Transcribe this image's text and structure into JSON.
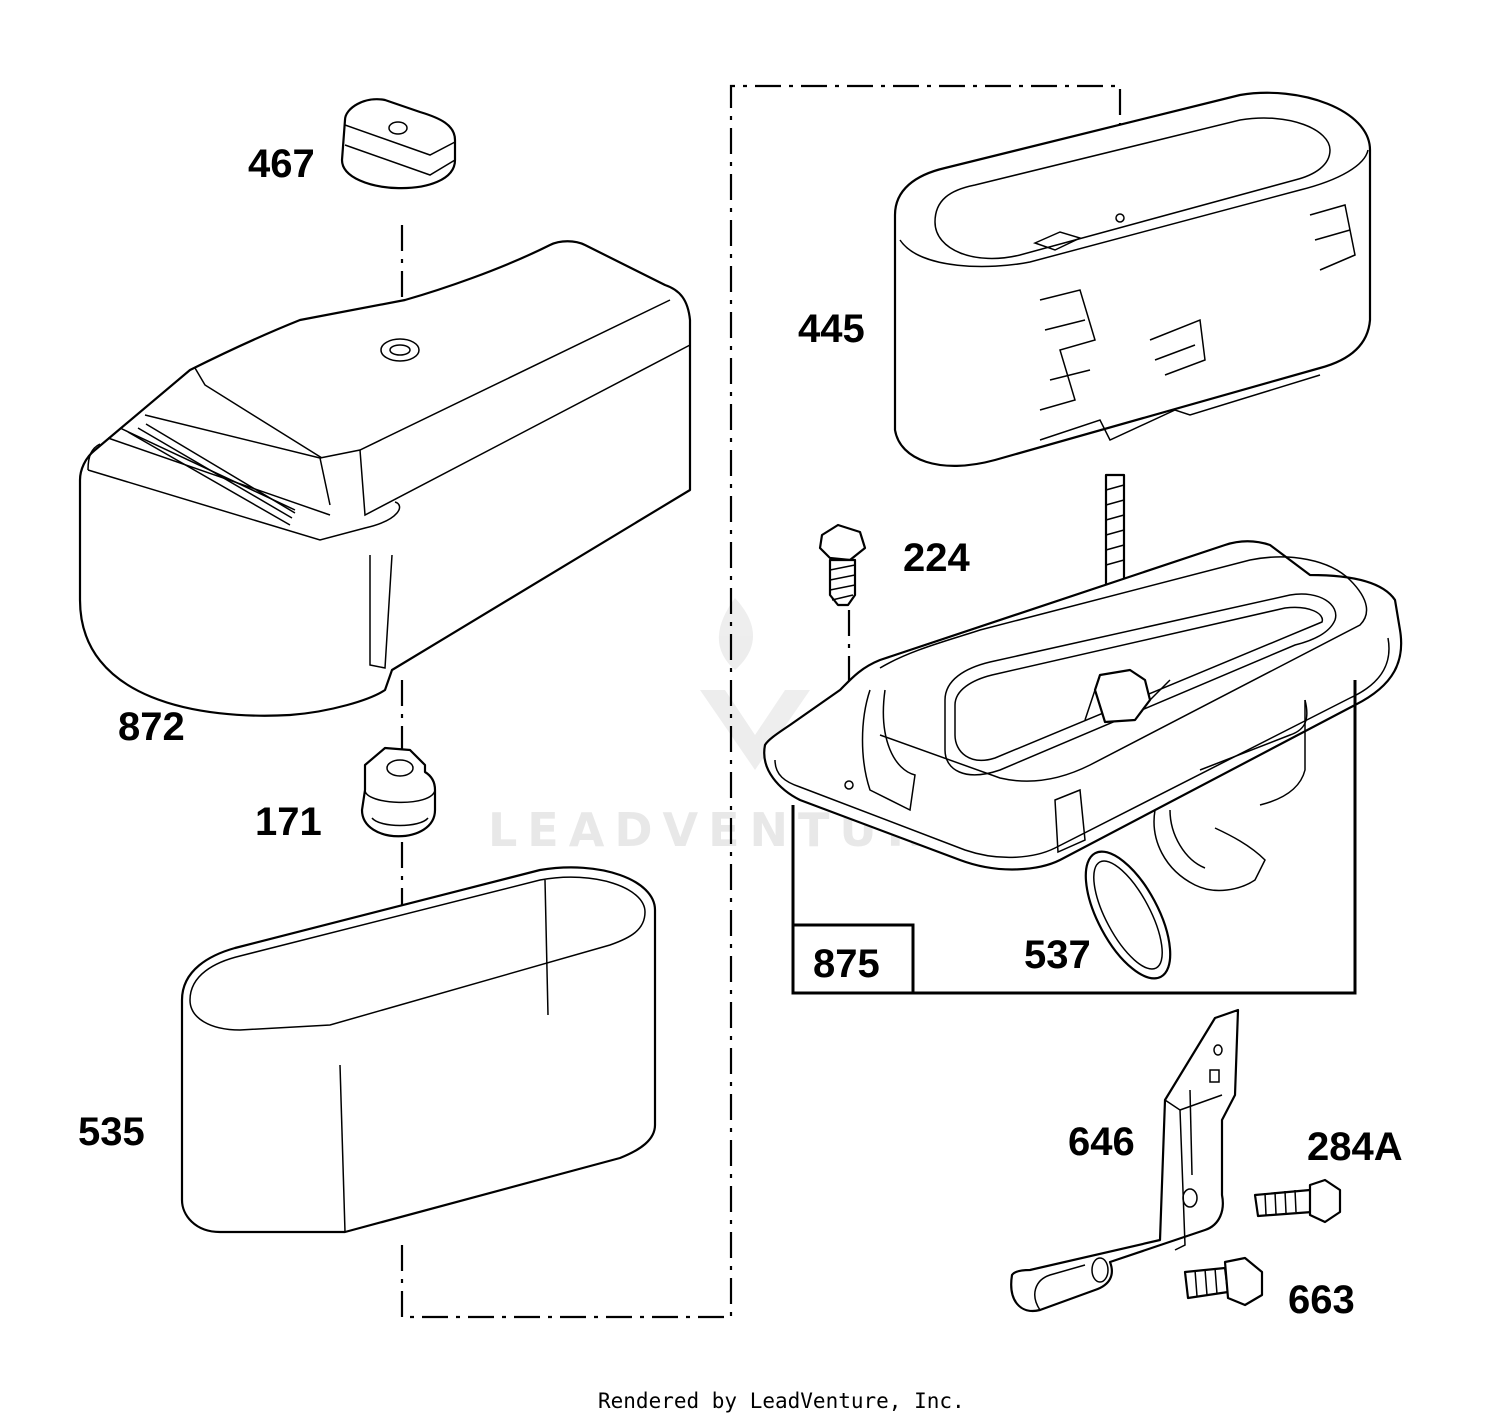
{
  "labels": {
    "p467": "467",
    "p872": "872",
    "p171": "171",
    "p535": "535",
    "p445": "445",
    "p224": "224",
    "p875": "875",
    "p537": "537",
    "p646": "646",
    "p284a": "284A",
    "p663": "663"
  },
  "watermark": "LEADVENTURE",
  "footer": "Rendered by LeadVenture, Inc."
}
